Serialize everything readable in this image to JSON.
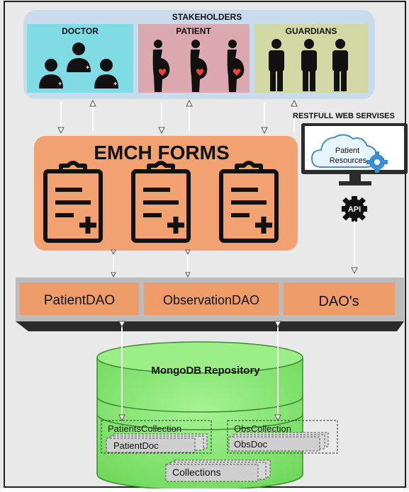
{
  "stakeholders": {
    "title": "STAKEHOLDERS",
    "doctor": "DOCTOR",
    "patient": "PATIENT",
    "guardians": "GUARDIANS"
  },
  "forms": {
    "title": "EMCH FORMS"
  },
  "rest": {
    "title": "RESTFULL WEB SERVISES",
    "cloud_line1": "Patient",
    "cloud_line2": "Resources",
    "api": "API"
  },
  "dao": {
    "patient": "PatientDAO",
    "observation": "ObservationDAO",
    "generic": "DAO's"
  },
  "db": {
    "title": "MongoDB Repository",
    "patients_collection": "PatientsCollection",
    "patient_doc": "PatientDoc",
    "obs_collection": "ObsCollection",
    "obs_doc": "ObsDoc",
    "collections": "Collections"
  },
  "colors": {
    "stakeholder_panel": "#c9dced",
    "doctor": "#7fdbe4",
    "patient": "#dca9b0",
    "guardians": "#d3d9a5",
    "forms": "#f2a170",
    "dao_box": "#ee9c69",
    "db_green": "#8ce977",
    "dark_bar": "#2b2b2b"
  }
}
